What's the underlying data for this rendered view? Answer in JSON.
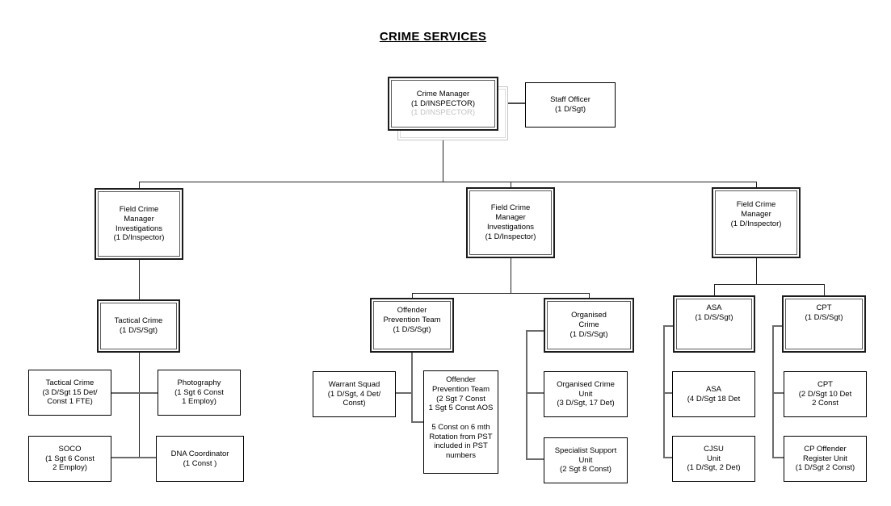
{
  "title": "CRIME SERVICES",
  "colors": {
    "box_border": "#000000",
    "double_inner": "#5a5a5a",
    "ghost": "#c6c6c6",
    "connector": "#242424",
    "connector_thick": "#6b6b6b"
  },
  "nodes": {
    "crime_manager": {
      "lines": [
        "Crime Manager",
        "(1 D/INSPECTOR)"
      ],
      "ghost_line": "(1 D/INSPECTOR)"
    },
    "staff_officer": {
      "lines": [
        "Staff Officer",
        "(1 D/Sgt)"
      ]
    },
    "fcm_left": {
      "lines": [
        "Field Crime",
        "Manager",
        "Investigations",
        "(1 D/Inspector)"
      ]
    },
    "fcm_mid": {
      "lines": [
        "Field Crime",
        "Manager",
        "Investigations",
        "(1 D/Inspector)"
      ]
    },
    "fcm_right": {
      "lines": [
        "Field Crime",
        "Manager",
        "(1 D/Inspector)"
      ]
    },
    "tactical_crime": {
      "lines": [
        "Tactical Crime",
        "(1 D/S/Sgt)"
      ]
    },
    "tactical_detail": {
      "lines": [
        "Tactical Crime",
        "(3 D/Sgt  15 Det/",
        "Const 1 FTE)"
      ]
    },
    "photography": {
      "lines": [
        "Photography",
        "(1 Sgt  6 Const",
        "1 Employ)"
      ]
    },
    "soco": {
      "lines": [
        "SOCO",
        "(1 Sgt 6 Const",
        "2 Employ)"
      ]
    },
    "dna": {
      "lines": [
        "DNA Coordinator",
        "(1 Const )"
      ]
    },
    "opt": {
      "lines": [
        "Offender",
        "Prevention Team",
        "(1 D/S/Sgt)"
      ]
    },
    "organised_crime": {
      "lines": [
        "Organised",
        "Crime",
        "(1 D/S/Sgt)"
      ]
    },
    "warrant_squad": {
      "lines": [
        "Warrant Squad",
        "(1 D/Sgt, 4 Det/",
        "Const)"
      ]
    },
    "opt_detail": {
      "lines": [
        "Offender",
        "Prevention Team",
        "(2 Sgt  7 Const",
        "1 Sgt 5 Const AOS",
        "",
        "5 Const on 6 mth",
        "Rotation from PST",
        "included in PST",
        "numbers"
      ]
    },
    "oc_unit": {
      "lines": [
        "Organised Crime",
        "Unit",
        "(3 D/Sgt, 17 Det)"
      ]
    },
    "ssu": {
      "lines": [
        "Specialist Support",
        "Unit",
        "(2 Sgt 8 Const)"
      ]
    },
    "asa": {
      "lines": [
        "ASA",
        "(1 D/S/Sgt)"
      ]
    },
    "cpt": {
      "lines": [
        "CPT",
        "(1 D/S/Sgt)"
      ]
    },
    "asa_detail": {
      "lines": [
        "ASA",
        "(4 D/Sgt 18 Det"
      ]
    },
    "cjsu": {
      "lines": [
        "CJSU",
        "Unit",
        "(1 D/Sgt, 2 Det)"
      ]
    },
    "cpt_detail": {
      "lines": [
        "CPT",
        "(2 D/Sgt 10 Det",
        "2 Const"
      ]
    },
    "cp_offender": {
      "lines": [
        "CP Offender",
        "Register Unit",
        "(1 D/Sgt 2 Const)"
      ]
    }
  }
}
